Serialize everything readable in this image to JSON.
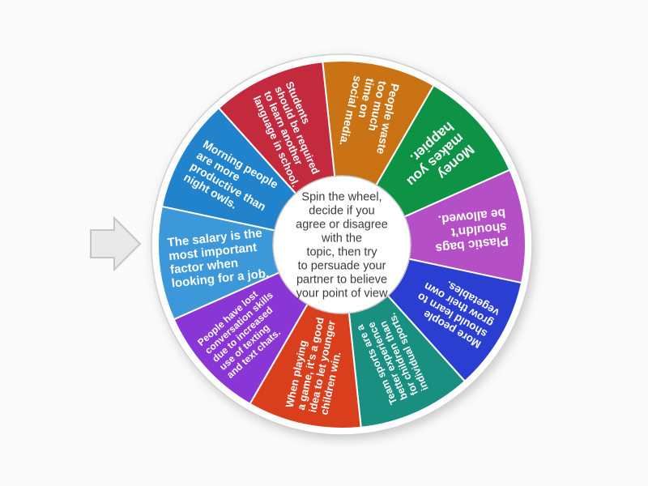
{
  "background_color": "#fafafa",
  "pointer": {
    "fill": "#e9e9e9",
    "border": "#c6c6c6"
  },
  "wheel": {
    "start_angle_deg": -6,
    "segment_angle_deg": 36,
    "center_instructions": {
      "text": "Spin the wheel, decide if you agree or disagree with the topic, then try to persuade your partner to believe your point of view",
      "lines": [
        "Spin the wheel,",
        "decide if you",
        "agree or disagree",
        "with the",
        "topic, then try",
        "to persuade your",
        "partner to believe",
        "your point of view"
      ]
    },
    "segments": [
      {
        "label": "People waste too much time on social media.",
        "lines": [
          "People waste",
          "too much",
          "time on",
          "social media."
        ],
        "color": "#c97314"
      },
      {
        "label": "Money makes you happier.",
        "lines": [
          "Money",
          "makes you",
          "happier."
        ],
        "color": "#0e9245"
      },
      {
        "label": "Plastic bags shouldn't be allowed.",
        "lines": [
          "Plastic bags",
          "shouldn't",
          "be allowed."
        ],
        "color": "#b44fc5"
      },
      {
        "label": "More people should learn to grow their own vegetables.",
        "lines": [
          "More people",
          "should learn to",
          "grow their own",
          "vegetables."
        ],
        "color": "#2a3fd2"
      },
      {
        "label": "Team sports are a better experience for children than individual sports.",
        "lines": [
          "Team sports are a",
          "better experience",
          "for children than",
          "individual sports."
        ],
        "color": "#188f80"
      },
      {
        "label": "When playing a game, it's a good idea to let younger children win.",
        "lines": [
          "When playing",
          "a game, it's a good",
          "idea to let younger",
          "children win."
        ],
        "color": "#da3f1d"
      },
      {
        "label": "People have lost conversation skills due to increased use of texting and text chats.",
        "lines": [
          "People have lost",
          "conversation skills",
          "due to increased",
          "use of texting",
          "and text chats."
        ],
        "color": "#8a35d6"
      },
      {
        "label": "The salary is the most important factor when looking for a job.",
        "lines": [
          "The salary is the",
          "most important",
          "factor when",
          "looking for a job."
        ],
        "color": "#3d98d9"
      },
      {
        "label": "Morning people are more productive than night owls.",
        "lines": [
          "Morning people",
          "are more",
          "productive than",
          "night owls."
        ],
        "color": "#2183cc"
      },
      {
        "label": "Students should be required to learn another language in school.",
        "lines": [
          "Students",
          "should be required",
          "to learn another",
          "language in school."
        ],
        "color": "#c42a3d"
      }
    ]
  }
}
